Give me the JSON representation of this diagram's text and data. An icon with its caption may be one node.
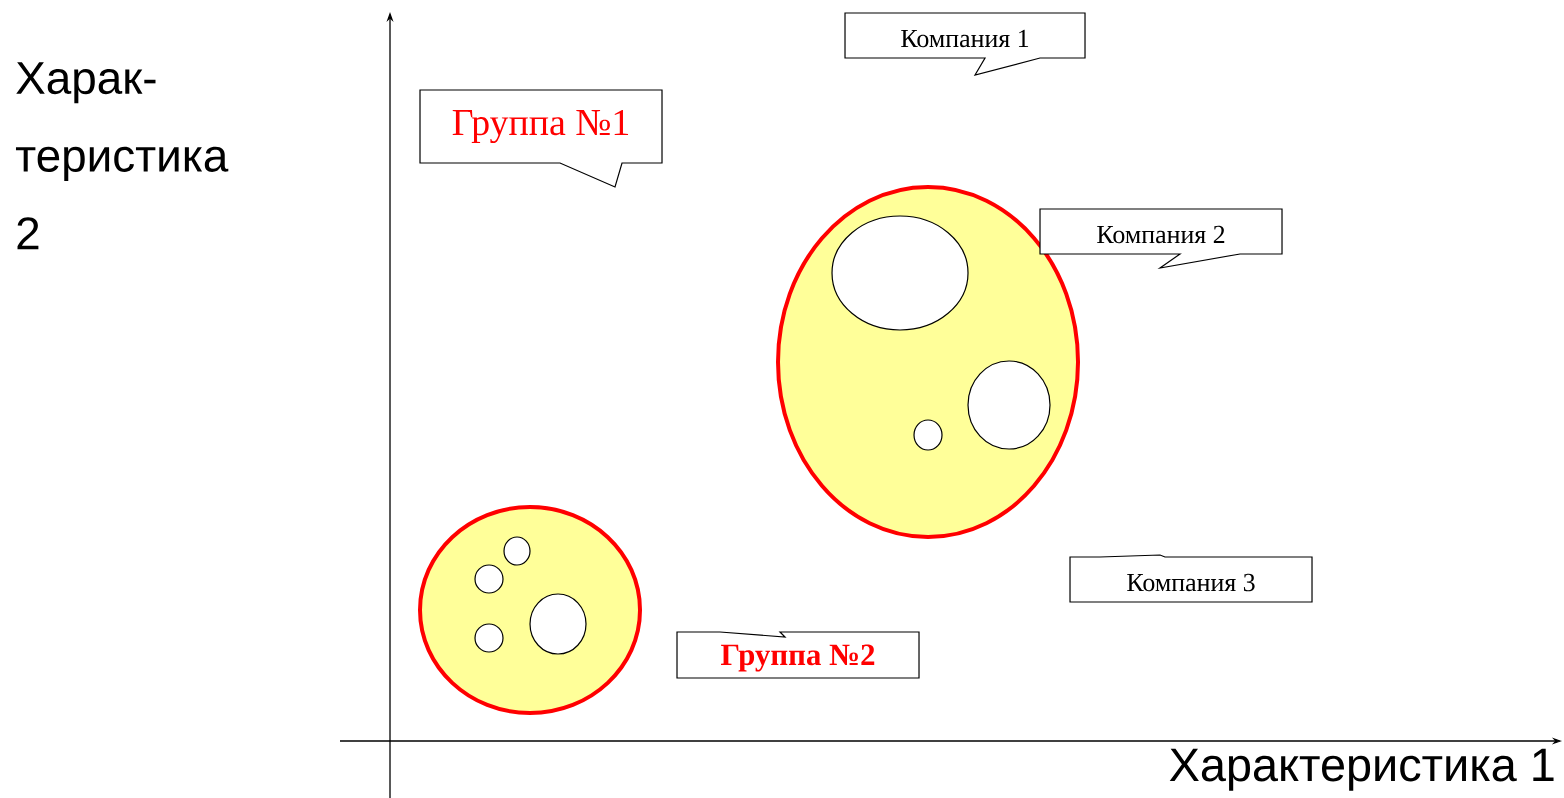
{
  "diagram": {
    "nodes": [
      {
        "text": [
          "Компания 1"
        ]
      },
      {
        "text": [
          "Группа №1"
        ]
      },
      {
        "text": [],
        "shape": "ellipse"
      },
      {
        "text": [],
        "shape": "circle",
        "in": 2
      },
      {
        "text": [],
        "shape": "circle",
        "in": 2
      },
      {
        "text": [],
        "shape": "circle",
        "in": 2
      },
      {
        "text": [
          "Компания 2"
        ]
      },
      {
        "text": [
          "Компания 3"
        ]
      },
      {
        "text": [],
        "shape": "ellipse"
      },
      {
        "text": [],
        "shape": "circle",
        "in": 8
      },
      {
        "text": [],
        "shape": "circle",
        "in": 8
      },
      {
        "text": [],
        "shape": "circle",
        "in": 8
      },
      {
        "text": [],
        "shape": "circle",
        "in": 8
      },
      {
        "text": [
          "Группа №2"
        ]
      }
    ],
    "edges": [],
    "labels": [
      "Харак- теристика 2",
      "Характеристика 1"
    ]
  }
}
